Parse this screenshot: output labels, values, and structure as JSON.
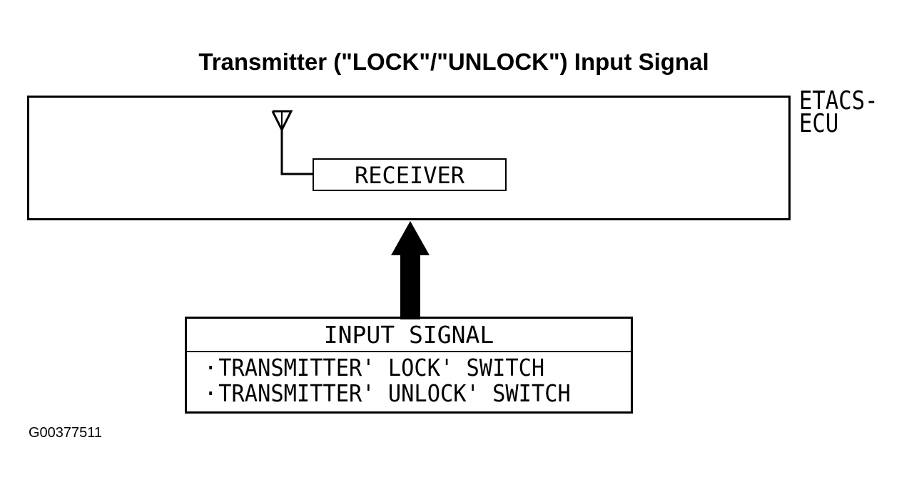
{
  "title": "Transmitter (\"LOCK\"/\"UNLOCK\") Input Signal",
  "ecu": {
    "label_line1": "ETACS-",
    "label_line2": "ECU"
  },
  "receiver": {
    "label": "RECEIVER"
  },
  "input_signal": {
    "header": "INPUT SIGNAL",
    "bullet": "·",
    "items": [
      "TRANSMITTER' LOCK' SWITCH",
      "TRANSMITTER' UNLOCK' SWITCH"
    ]
  },
  "figure_code": "G00377511"
}
